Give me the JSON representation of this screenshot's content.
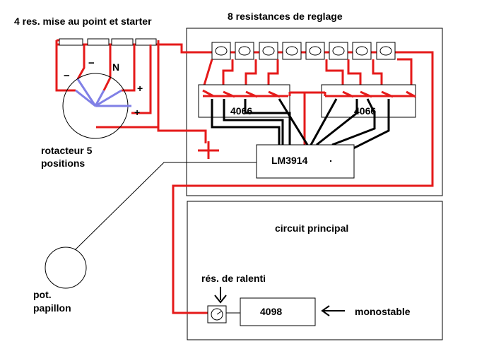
{
  "labels": {
    "tuning_resistors": "8 resistances de reglage",
    "points_resistors": "4 res. mise au point et starter",
    "rotary_switch_line1": "rotacteur 5",
    "rotary_switch_line2": "positions",
    "switch_ic_left": "4066",
    "switch_ic_right": "4066",
    "driver_ic": "LM3914",
    "main_circuit": "circuit principal",
    "idle_resistor": "rés. de ralenti",
    "monostable_ic": "4098",
    "monostable": "monostable",
    "throttle_pot_line1": "pot.",
    "throttle_pot_line2": "papillon",
    "rotary_neutral": "N",
    "rotary_minus_1": "−",
    "rotary_minus_2": "−",
    "rotary_plus_1": "+",
    "rotary_plus_2": "+"
  },
  "colors": {
    "wire_red": "#e51a1a",
    "wire_black": "#000000",
    "rotor_blue": "#8080e6"
  }
}
